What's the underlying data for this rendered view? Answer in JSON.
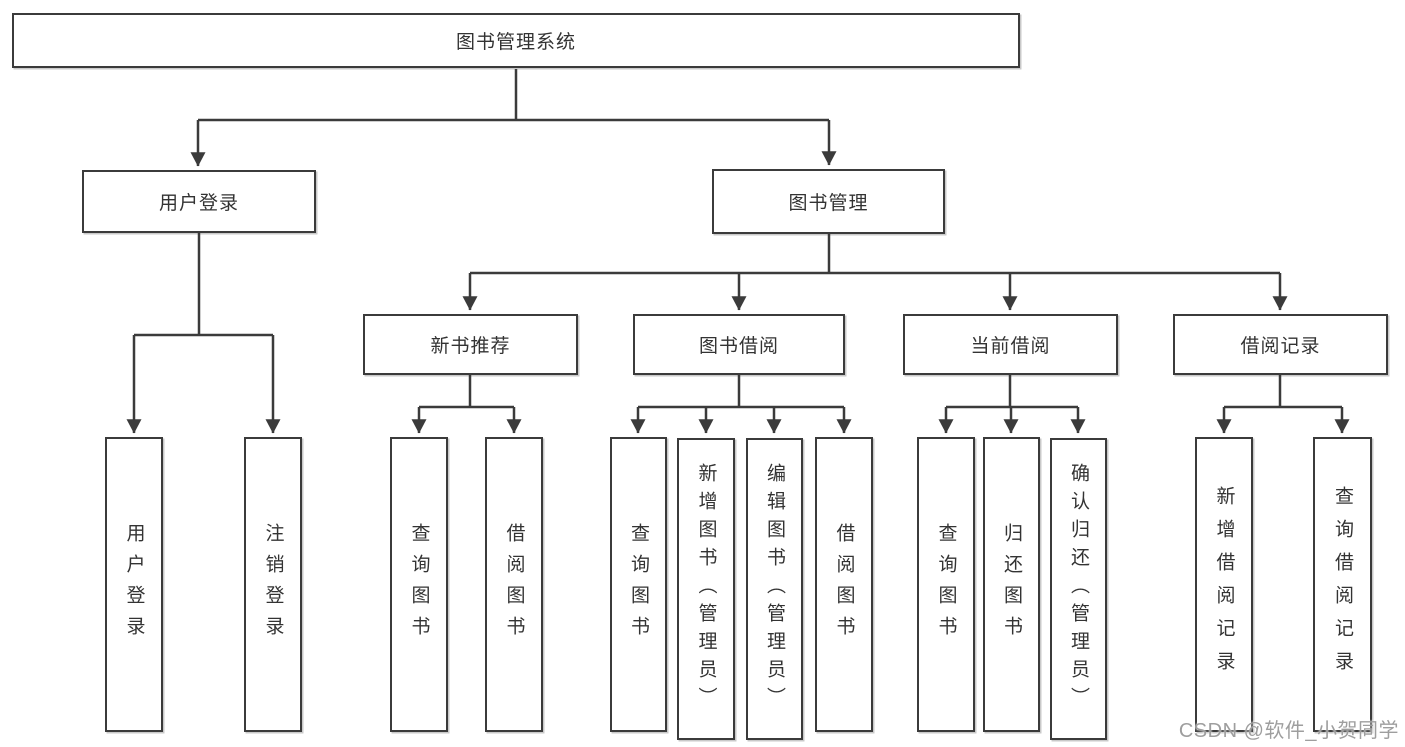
{
  "tree": {
    "root": {
      "label": "图书管理系统",
      "children": [
        {
          "label": "用户登录",
          "children": [
            {
              "label": "用户登录"
            },
            {
              "label": "注销登录"
            }
          ]
        },
        {
          "label": "图书管理",
          "children": [
            {
              "label": "新书推荐",
              "children": [
                {
                  "label": "查询图书"
                },
                {
                  "label": "借阅图书"
                }
              ]
            },
            {
              "label": "图书借阅",
              "children": [
                {
                  "label": "查询图书"
                },
                {
                  "label": "新增图书（管理员）"
                },
                {
                  "label": "编辑图书（管理员）"
                },
                {
                  "label": "借阅图书"
                }
              ]
            },
            {
              "label": "当前借阅",
              "children": [
                {
                  "label": "查询图书"
                },
                {
                  "label": "归还图书"
                },
                {
                  "label": "确认归还（管理员）"
                }
              ]
            },
            {
              "label": "借阅记录",
              "children": [
                {
                  "label": "新增借阅记录"
                },
                {
                  "label": "查询借阅记录"
                }
              ]
            }
          ]
        }
      ]
    }
  },
  "watermark": {
    "text": "CSDN @软件_小贺同学"
  },
  "colors": {
    "line": "#3b3b3b",
    "box_border": "#3b3b3b",
    "text": "#333333",
    "background": "#ffffff",
    "watermark": "#9e9e9e"
  }
}
